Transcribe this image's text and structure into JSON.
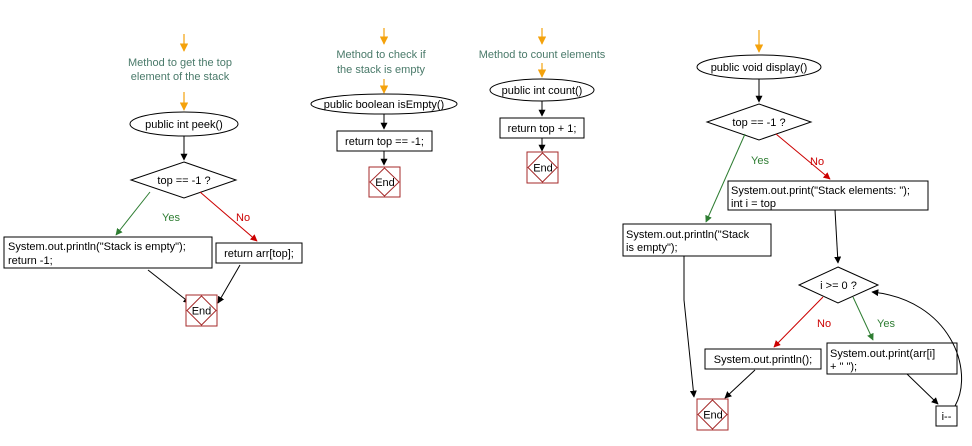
{
  "peek": {
    "note_line1": "Method to get the top",
    "note_line2": "element of the stack",
    "start": "public int peek()",
    "decision": "top == -1 ?",
    "yes": "Yes",
    "no": "No",
    "yes_line1": "System.out.println(\"Stack is empty\");",
    "yes_line2": "return -1;",
    "no_text": "return arr[top];",
    "end": "End"
  },
  "isEmpty": {
    "note_line1": "Method to check if",
    "note_line2": "the stack is empty",
    "start": "public boolean isEmpty()",
    "body": "return top == -1;",
    "end": "End"
  },
  "count": {
    "note": "Method to count elements",
    "start": "public int count()",
    "body": "return top + 1;",
    "end": "End"
  },
  "display": {
    "start": "public void display()",
    "decision1": "top == -1 ?",
    "yes1": "Yes",
    "no1": "No",
    "no1_line1": "System.out.print(\"Stack elements: \");",
    "no1_line2": "int i = top",
    "yes1_line1": "System.out.println(\"Stack",
    "yes1_line2": "is empty\");",
    "decision2": "i >= 0 ?",
    "yes2": "Yes",
    "no2": "No",
    "no2_text": "System.out.println();",
    "yes2_line1": "System.out.print(arr[i]",
    "yes2_line2": "+ \" \");",
    "decrement": "i--",
    "end": "End"
  }
}
